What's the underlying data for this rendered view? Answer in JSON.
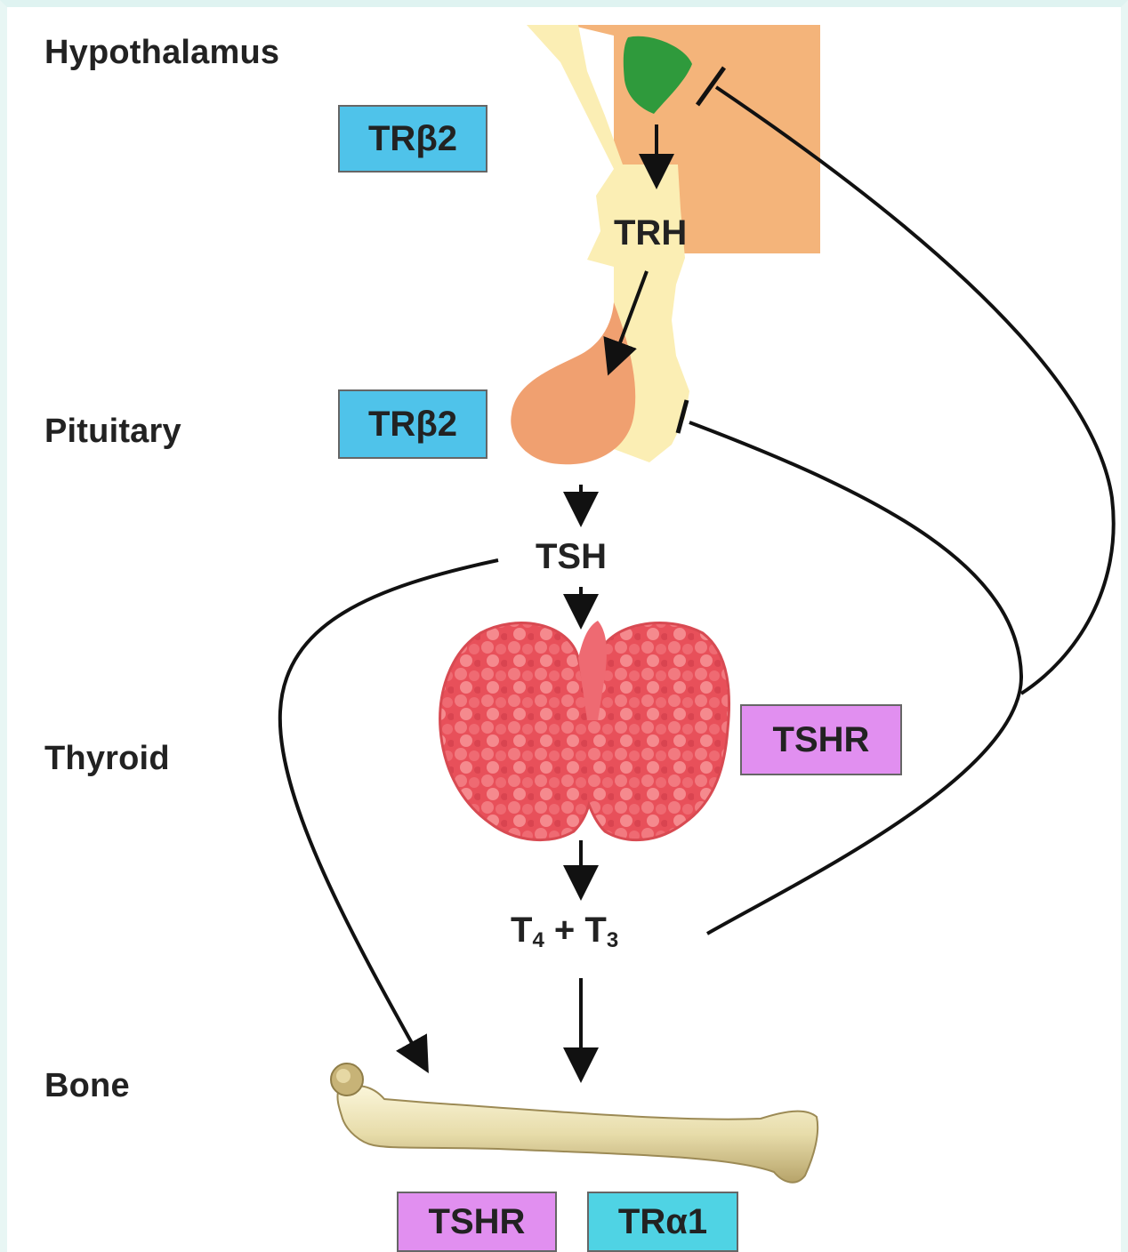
{
  "regions": {
    "hypothalamus": "Hypothalamus",
    "pituitary": "Pituitary",
    "thyroid": "Thyroid",
    "bone": "Bone"
  },
  "receptors": {
    "hypothalamus": "TRβ2",
    "pituitary": "TRβ2",
    "thyroid": "TSHR",
    "bone_tshr": "TSHR",
    "bone_tra1": "TRα1"
  },
  "hormones": {
    "trh": "TRH",
    "tsh": "TSH",
    "t4": "T",
    "t4_sub": "4",
    "plus": "+",
    "t3": "T",
    "t3_sub": "3"
  },
  "colors": {
    "receptor_blue": "#4fc3ea",
    "receptor_pink": "#e18ff0",
    "hypothalamus_tissue": "#f4b47a",
    "stalk": "#fbeeb4",
    "nucleus": "#2f9a3c",
    "thyroid": "#e8505a",
    "bone": "#ece3b8"
  }
}
